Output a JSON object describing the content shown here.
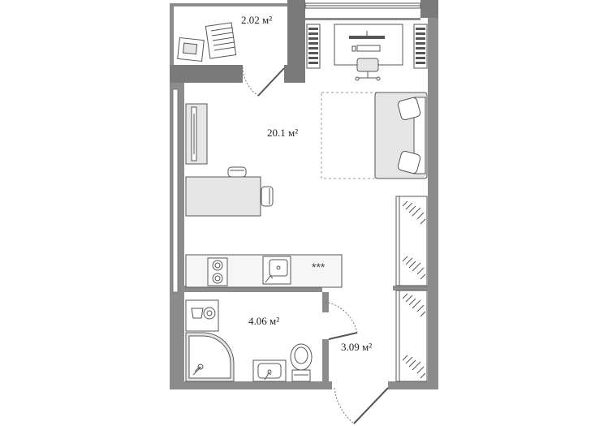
{
  "rooms": {
    "balcony": {
      "area": "2.02 м²"
    },
    "living": {
      "area": "20.1 м²"
    },
    "bathroom": {
      "area": "4.06 м²"
    },
    "hallway": {
      "area": "3.09 м²"
    }
  },
  "stove_burners": "***",
  "colors": {
    "wall": "#8c8c8c",
    "furniture_fill": "#e6e6e6",
    "line": "#555555"
  }
}
